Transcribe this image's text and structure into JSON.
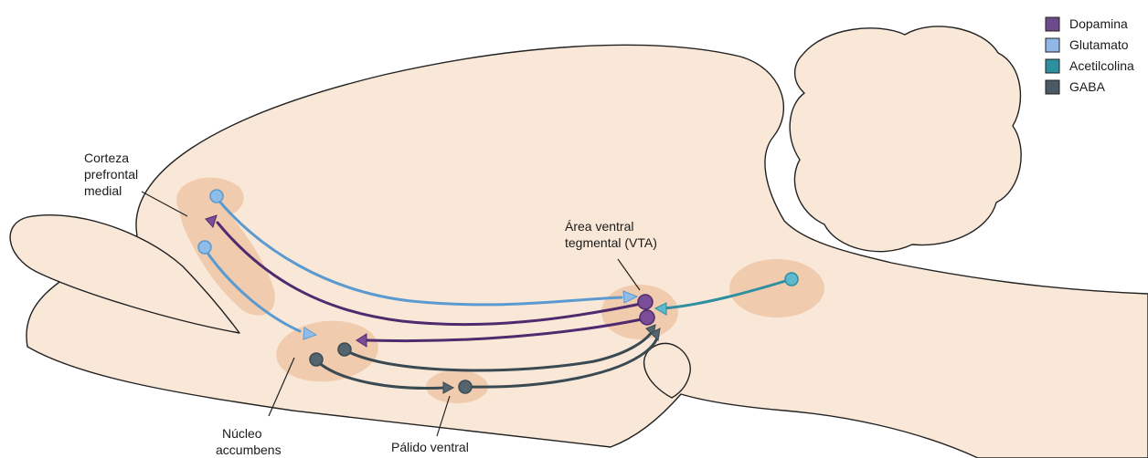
{
  "labels": {
    "prefrontal": [
      "Corteza",
      "prefrontal",
      "medial"
    ],
    "vta": [
      "Área ventral",
      "tegmental (VTA)"
    ],
    "accumbens": [
      "Núcleo",
      "accumbens"
    ],
    "pallidum": [
      "Pálido ventral"
    ]
  },
  "legend": [
    {
      "label": "Dopamina",
      "color": "#6d4a8a"
    },
    {
      "label": "Glutamato",
      "color": "#8fb8e6"
    },
    {
      "label": "Acetilcolina",
      "color": "#2d8fa0"
    },
    {
      "label": "GABA",
      "color": "#4a5a66"
    }
  ],
  "colors": {
    "dopamine": "#4f2a6e",
    "dopamine_node": "#7a4d96",
    "glutamate": "#5b9ad0",
    "glutamate_node": "#8fbde8",
    "acetylcholine": "#2d8fa0",
    "acetylcholine_node": "#5fb8cc",
    "gaba": "#3a4a52",
    "gaba_node": "#55656f",
    "tissue": "#f9e8d8",
    "region": "#efc5a7"
  }
}
